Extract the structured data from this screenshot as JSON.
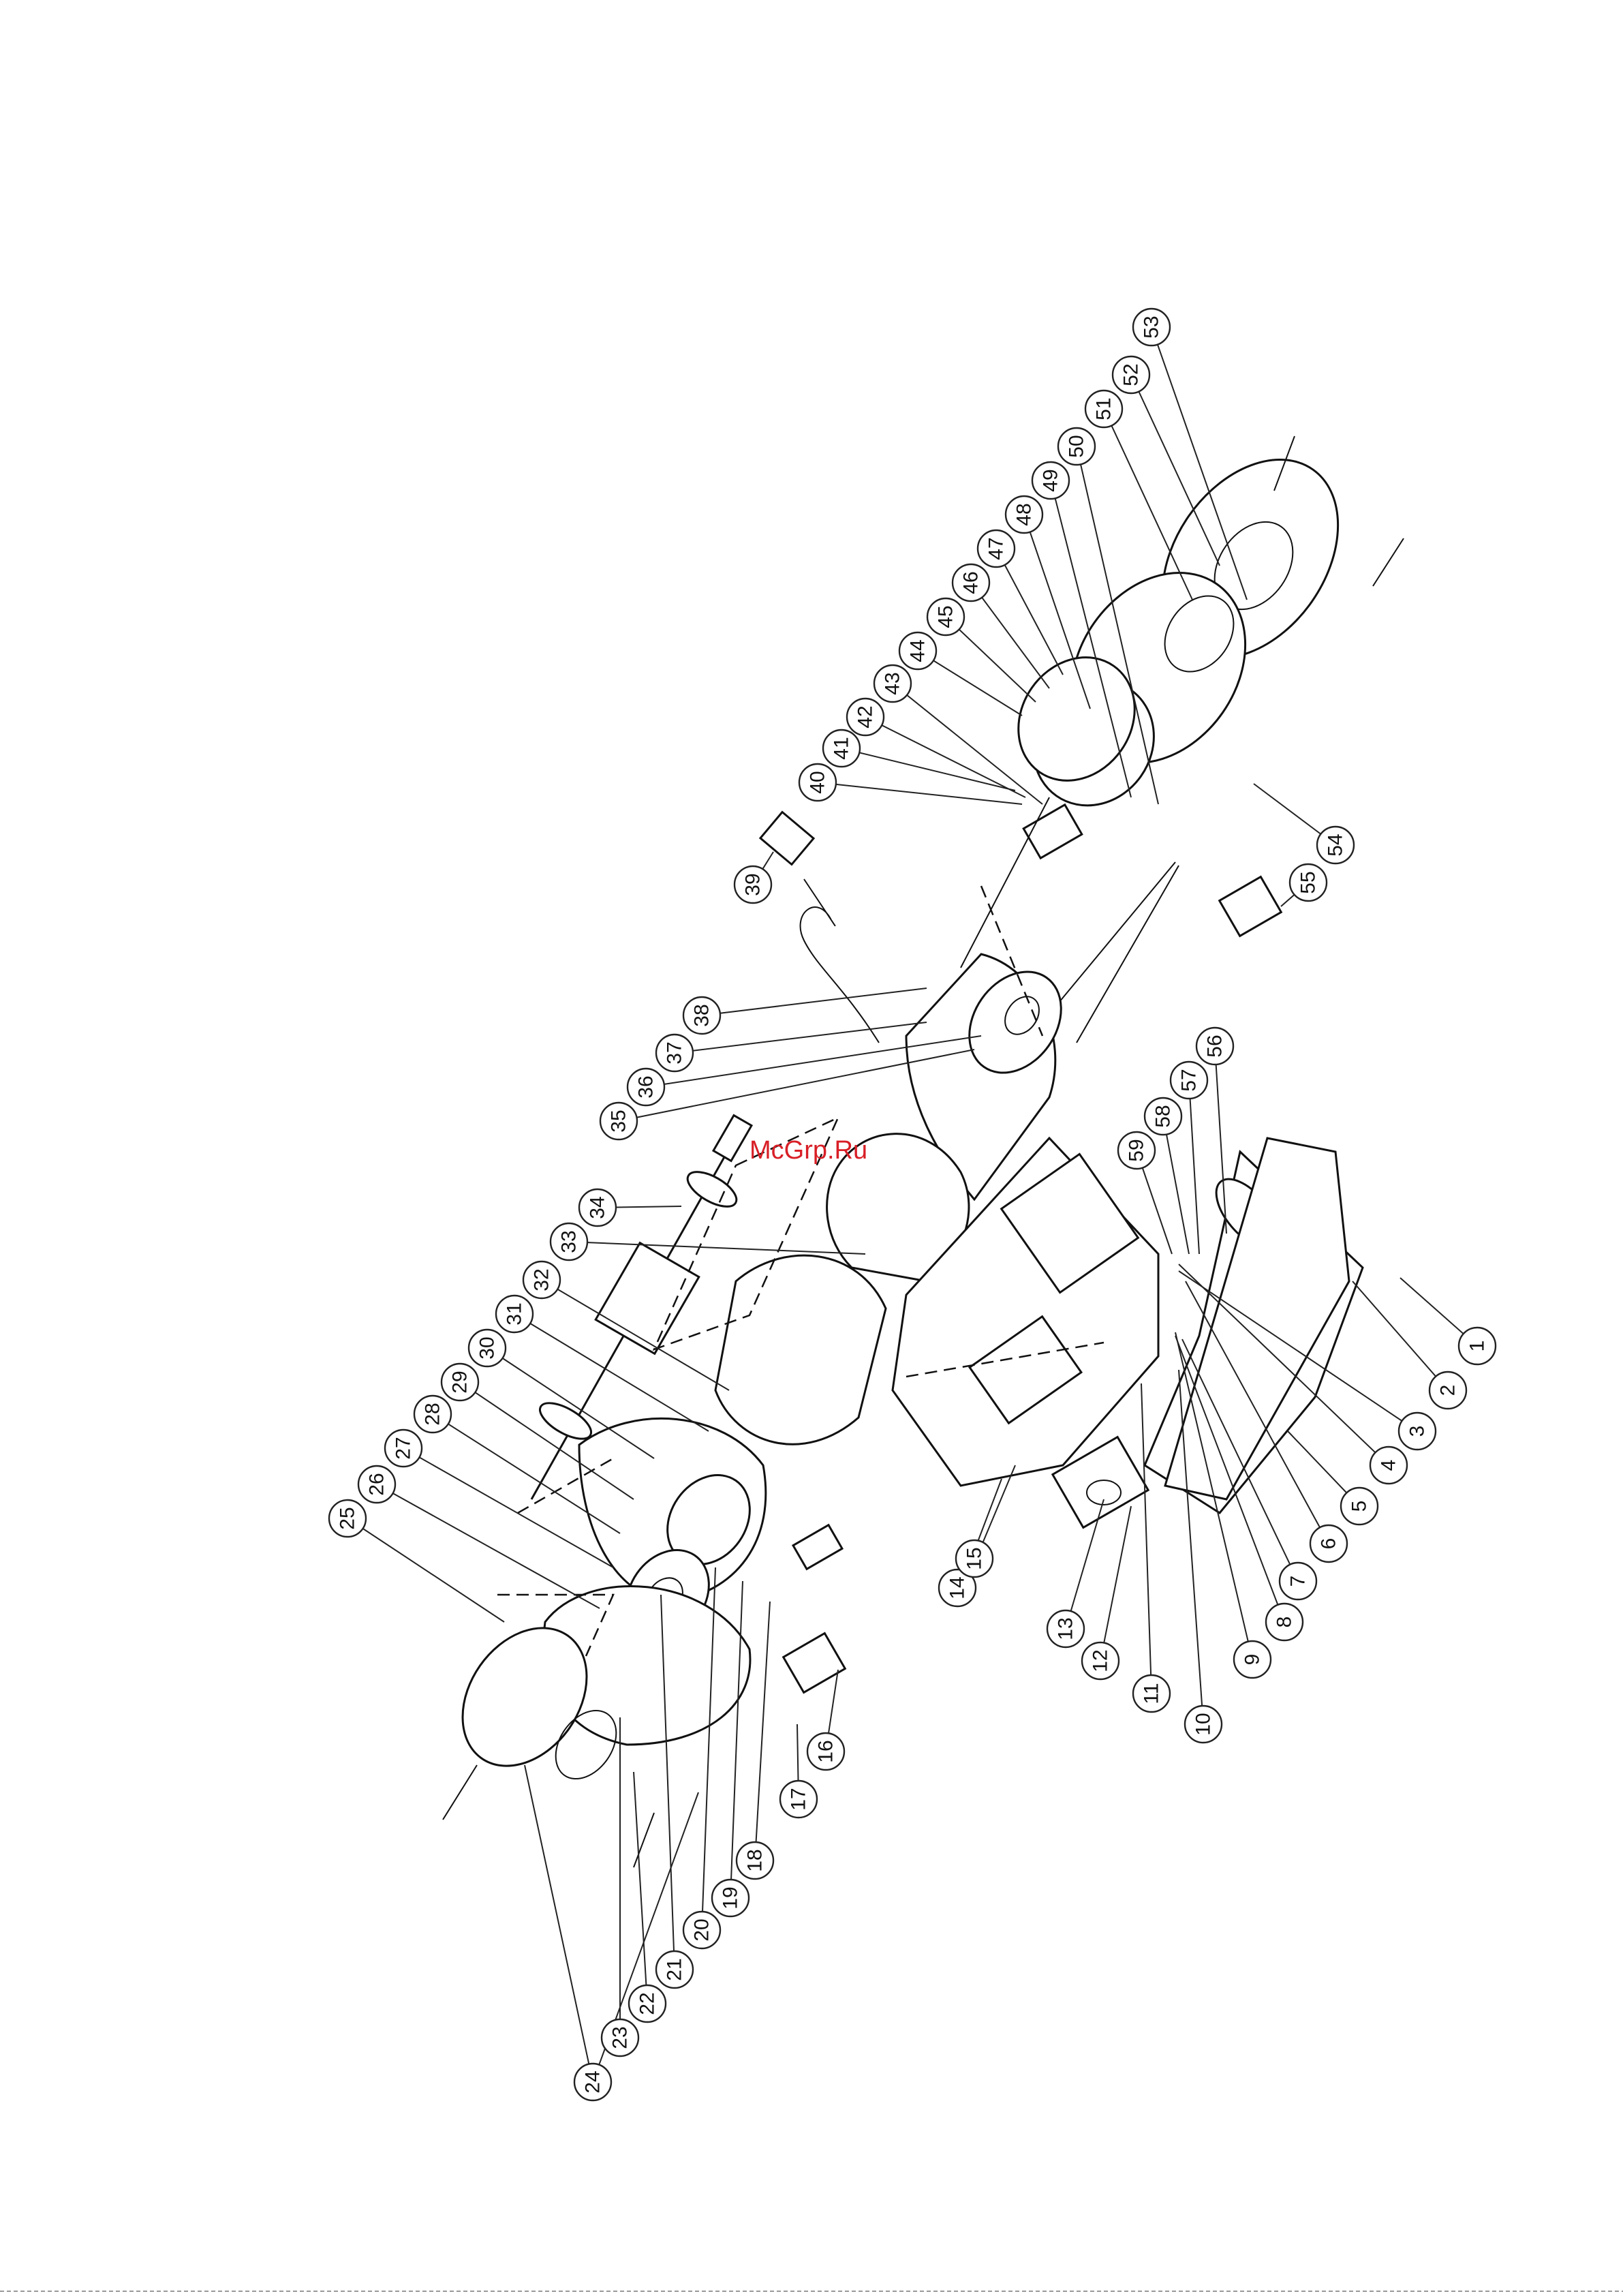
{
  "watermark": "McGrp.Ru",
  "callouts": [
    "1",
    "2",
    "3",
    "4",
    "5",
    "6",
    "7",
    "8",
    "9",
    "10",
    "11",
    "12",
    "13",
    "14",
    "15",
    "16",
    "17",
    "18",
    "19",
    "20",
    "21",
    "22",
    "23",
    "24",
    "25",
    "26",
    "27",
    "28",
    "29",
    "30",
    "31",
    "32",
    "33",
    "34",
    "35",
    "36",
    "37",
    "38",
    "39",
    "40",
    "41",
    "42",
    "43",
    "44",
    "45",
    "46",
    "47",
    "48",
    "49",
    "50",
    "51",
    "52",
    "53",
    "54",
    "55",
    "56",
    "57",
    "58",
    "59"
  ]
}
